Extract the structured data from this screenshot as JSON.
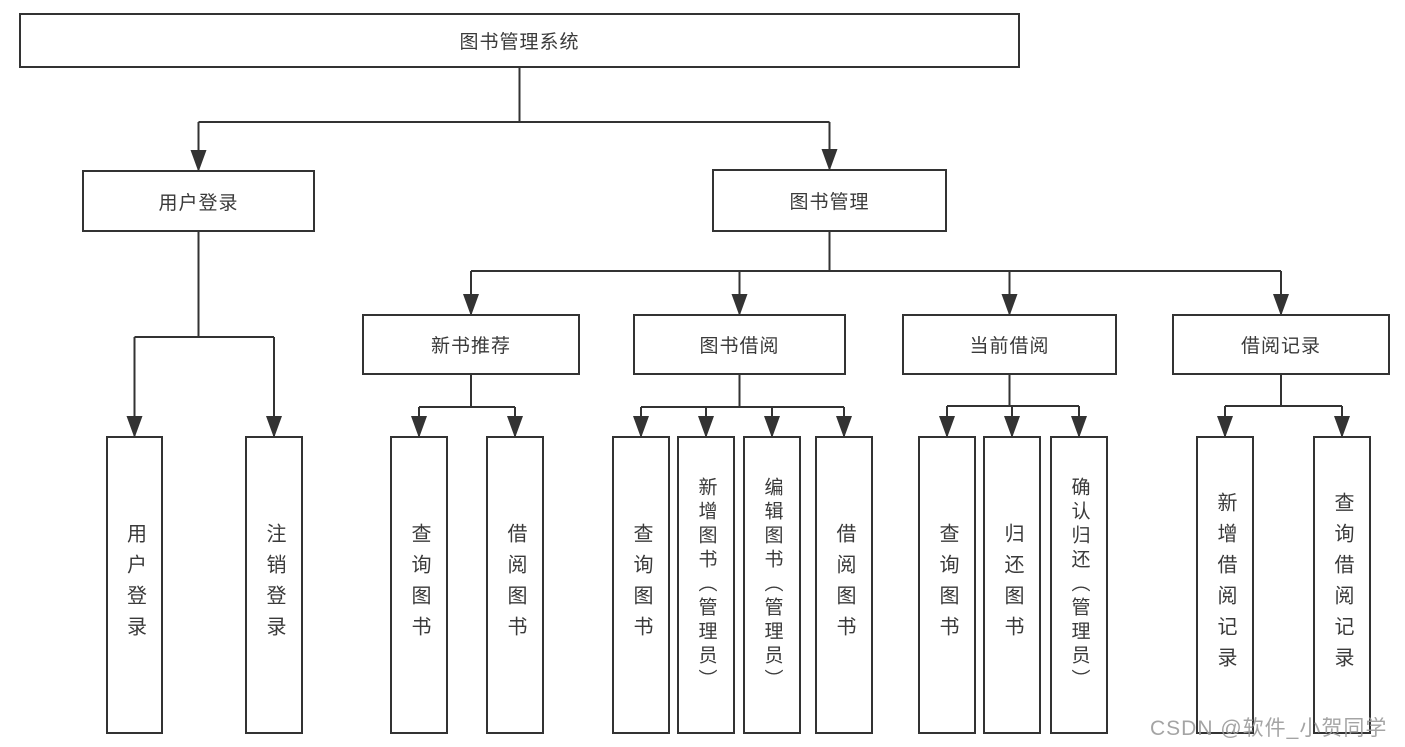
{
  "diagram": {
    "root": {
      "label": "图书管理系统"
    },
    "branches": [
      {
        "label": "用户登录",
        "children": [
          {
            "label": "用户登录"
          },
          {
            "label": "注销登录"
          }
        ]
      },
      {
        "label": "图书管理",
        "children": [
          {
            "label": "新书推荐",
            "children": [
              {
                "label": "查询图书"
              },
              {
                "label": "借阅图书"
              }
            ]
          },
          {
            "label": "图书借阅",
            "children": [
              {
                "label": "查询图书"
              },
              {
                "label": "新增图书（管理员）"
              },
              {
                "label": "编辑图书（管理员）"
              },
              {
                "label": "借阅图书"
              }
            ]
          },
          {
            "label": "当前借阅",
            "children": [
              {
                "label": "查询图书"
              },
              {
                "label": "归还图书"
              },
              {
                "label": "确认归还（管理员）"
              }
            ]
          },
          {
            "label": "借阅记录",
            "children": [
              {
                "label": "新增借阅记录"
              },
              {
                "label": "查询借阅记录"
              }
            ]
          }
        ]
      }
    ]
  },
  "watermark": {
    "text": "CSDN @软件_小贺同学"
  },
  "colors": {
    "line": "#333333",
    "box_border": "#333333",
    "text": "#3a3a3a",
    "watermark": "#9b9b9b",
    "background": "#ffffff"
  }
}
